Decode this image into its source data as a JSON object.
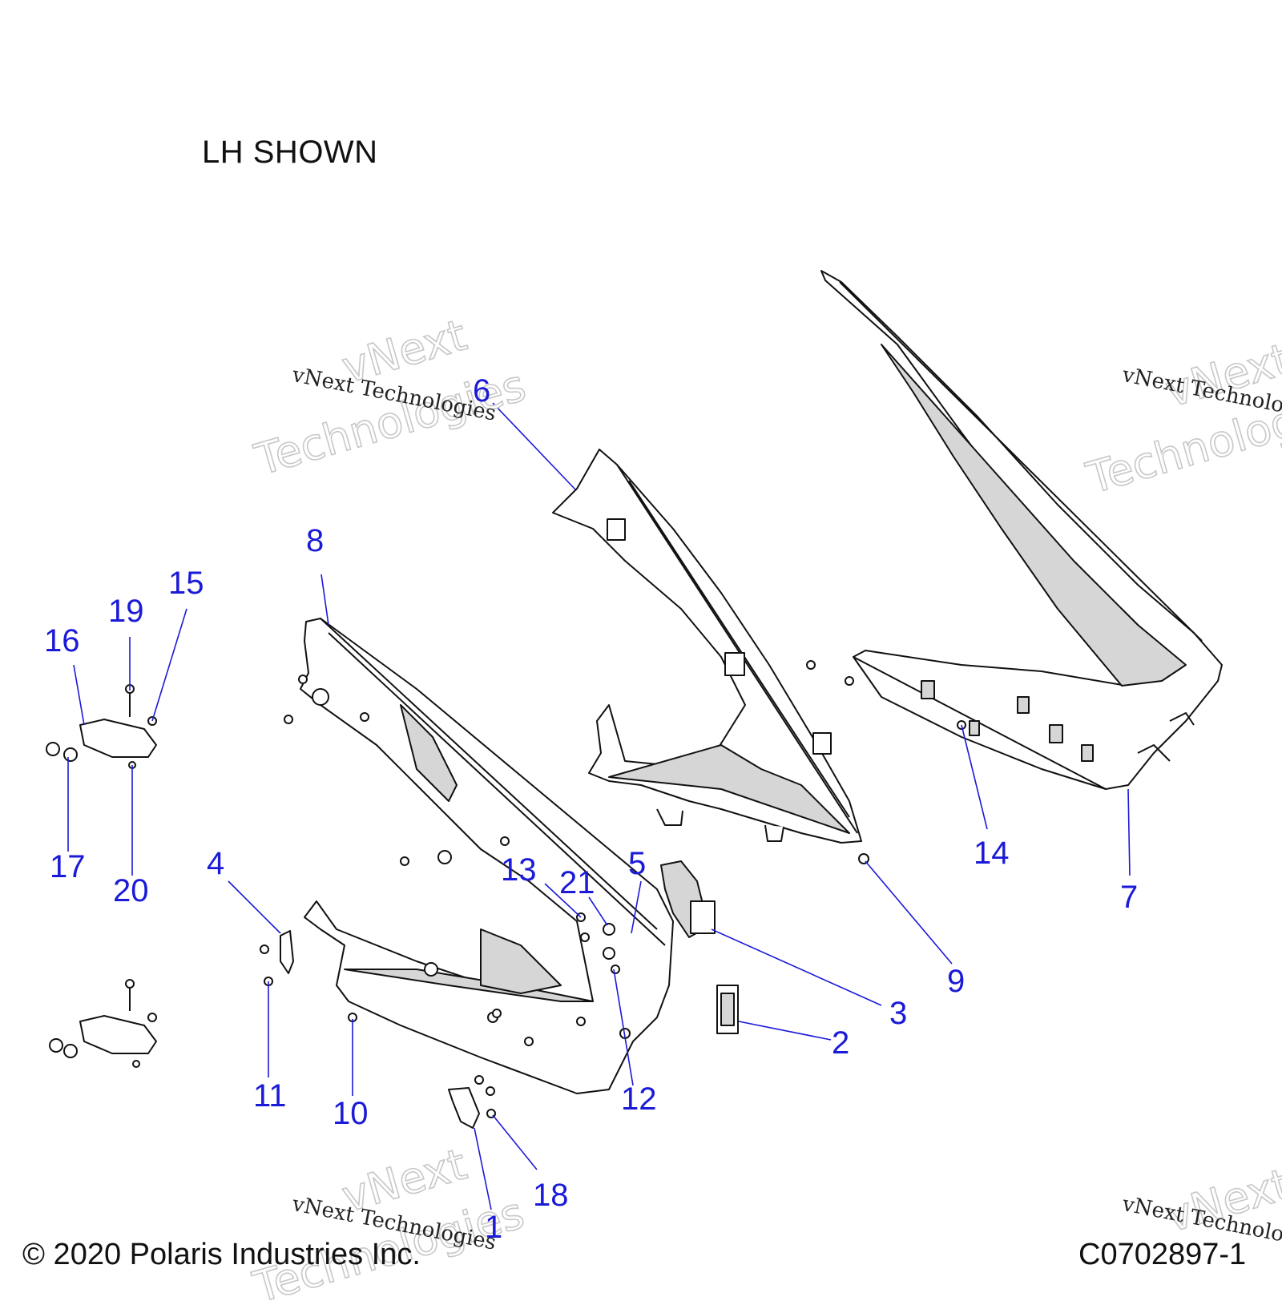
{
  "header_note": "LH SHOWN",
  "copyright": "© 2020 Polaris Industries Inc.",
  "figure_id": "C0702897-1",
  "watermark": {
    "line_small": "vNext Technologies",
    "big_line1": "vNext",
    "big_line2": "Technologies"
  },
  "callouts": [
    "1",
    "2",
    "3",
    "4",
    "5",
    "6",
    "7",
    "8",
    "9",
    "10",
    "11",
    "12",
    "13",
    "14",
    "15",
    "16",
    "17",
    "18",
    "19",
    "20",
    "21"
  ],
  "colors": {
    "callout": "#1a1ad8",
    "leader": "#1a1ad8",
    "line": "#111111",
    "shade": "#d6d6d6"
  }
}
